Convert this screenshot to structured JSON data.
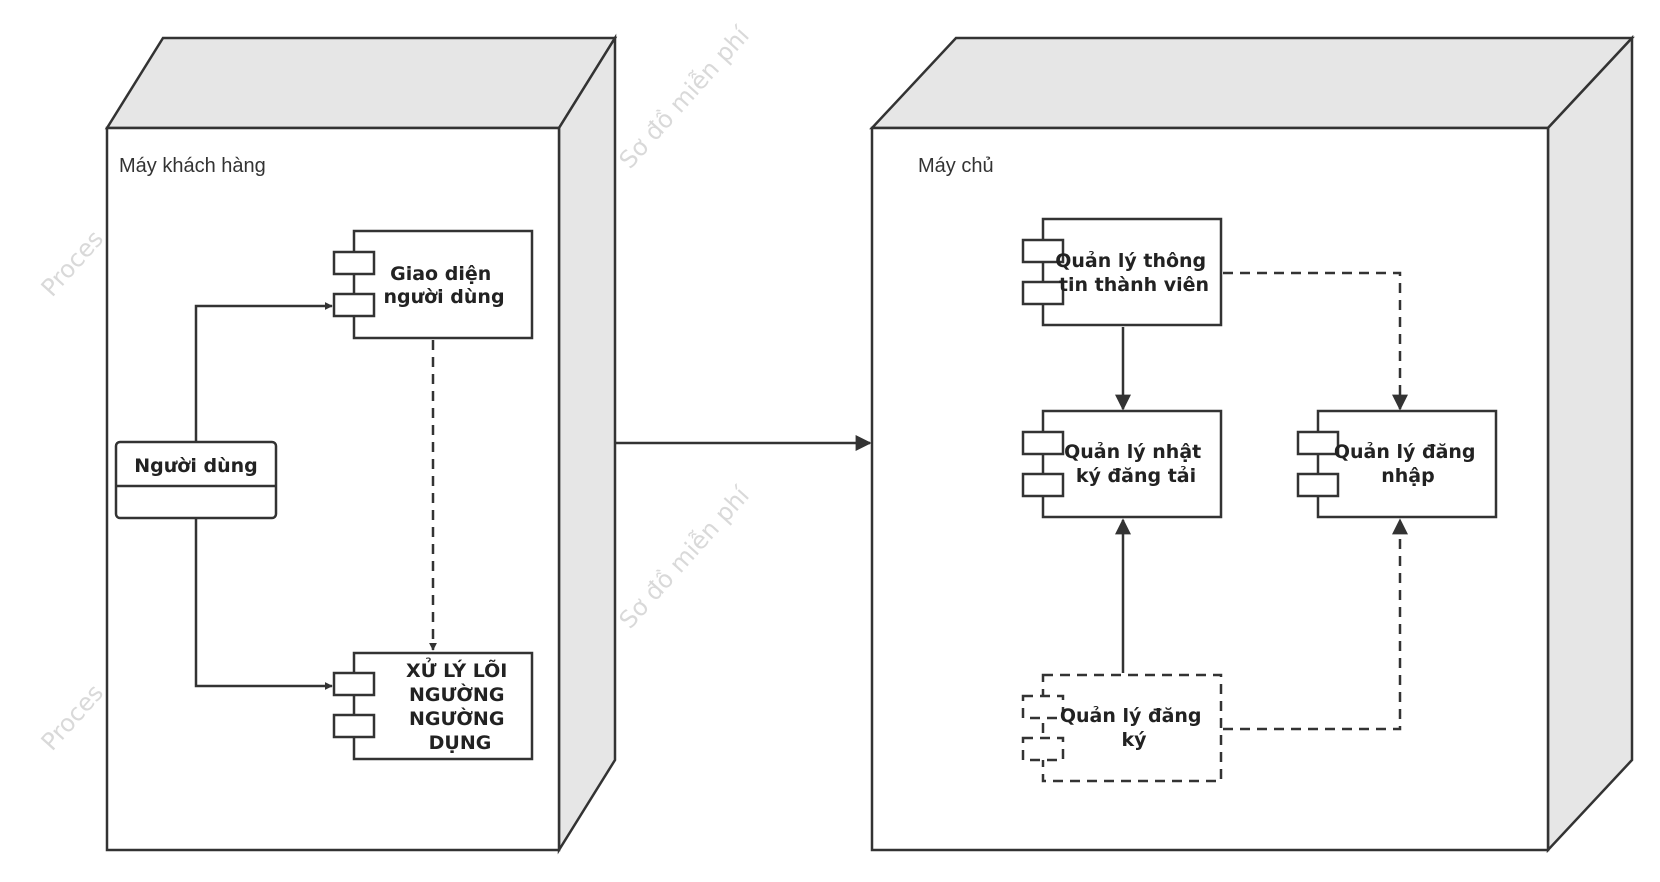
{
  "nodes": {
    "client": {
      "label": "Máy khách hàng"
    },
    "server": {
      "label": "Máy chủ"
    }
  },
  "actor": {
    "label": "Người dùng"
  },
  "components": {
    "ui": {
      "lines": [
        "Giao diện",
        "người dùng"
      ]
    },
    "core": {
      "lines": [
        "XỬ LÝ LÕI",
        "NGƯỜNG",
        "NGƯỜNG",
        "DỤNG"
      ]
    },
    "member_info": {
      "lines": [
        "Quản lý thông",
        "tin thành viên"
      ]
    },
    "upload_log": {
      "lines": [
        "Quản lý nhật",
        "ký đăng tải"
      ]
    },
    "login": {
      "lines": [
        "Quản lý đăng",
        "nhập"
      ]
    },
    "register": {
      "lines": [
        "Quản lý đăng",
        "ký"
      ]
    }
  },
  "watermarks": [
    "Sơ đồ miễn phí",
    "Sơ đồ miễn phí",
    "Proces",
    "Proces"
  ],
  "colors": {
    "stroke": "#333333",
    "face": "#e6e6e6",
    "watermark": "#d9d9d9"
  }
}
